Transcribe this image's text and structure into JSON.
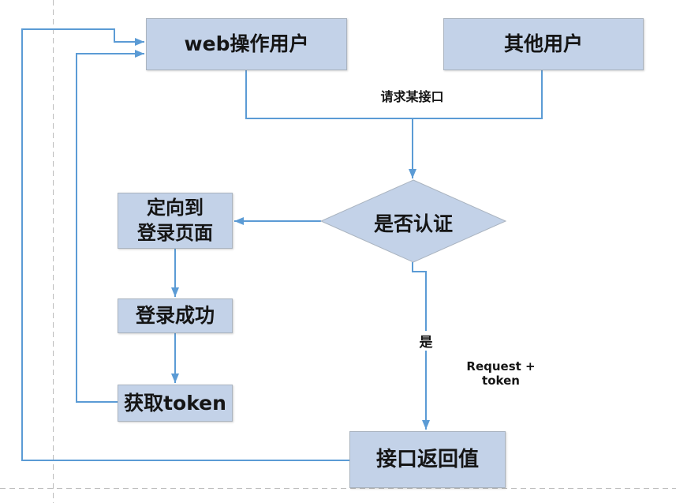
{
  "colors": {
    "node_fill": "#c3d2e8",
    "node_border": "#aab4c0",
    "arrow": "#5b9bd5",
    "guide": "#bcbcbc",
    "text": "#151515"
  },
  "nodes": {
    "web_user": {
      "label": "web操作用户"
    },
    "other_user": {
      "label": "其他用户"
    },
    "decision": {
      "label": "是否认证"
    },
    "redirect_login": {
      "line1": "定向到",
      "line2": "登录页面"
    },
    "login_success": {
      "label": "登录成功"
    },
    "get_token": {
      "label": "获取token"
    },
    "api_return": {
      "label": "接口返回值"
    }
  },
  "edge_labels": {
    "request_api": "请求某接口",
    "yes": "是",
    "request_token": "Request + token"
  }
}
